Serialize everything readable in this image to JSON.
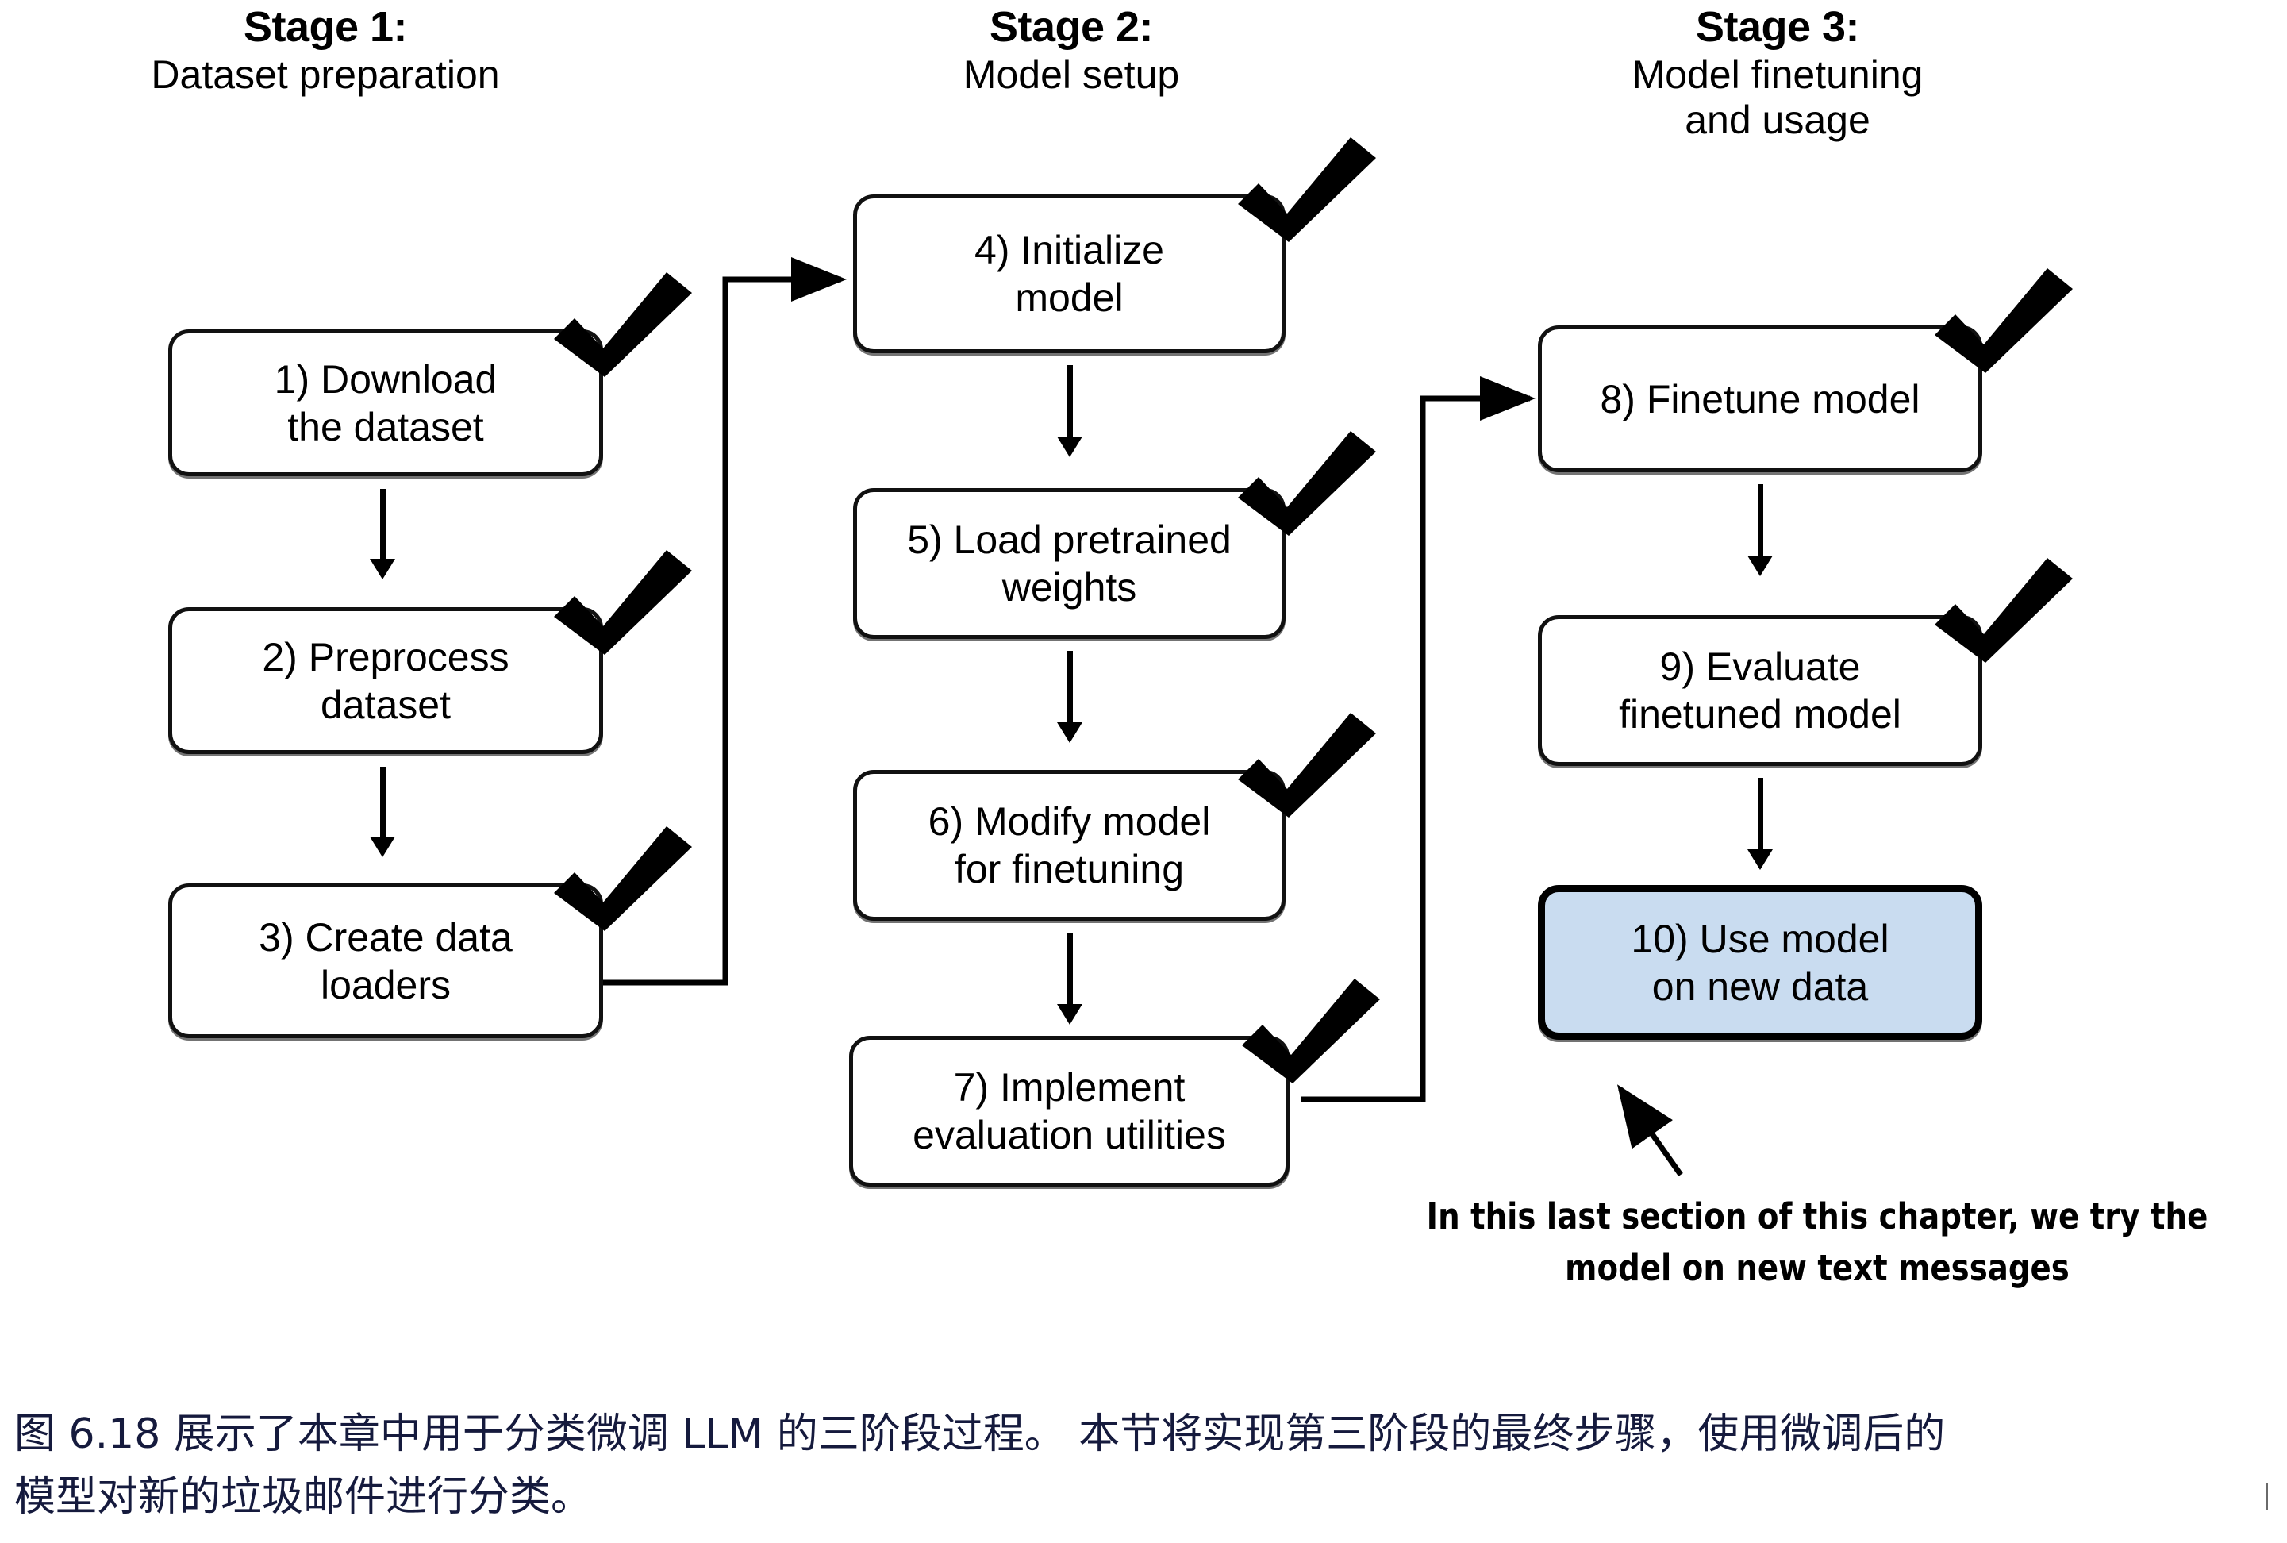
{
  "figure": {
    "stages": [
      {
        "id": "stage-1",
        "title": "Stage 1:",
        "subtitle": "Dataset preparation"
      },
      {
        "id": "stage-2",
        "title": "Stage 2:",
        "subtitle": "Model setup"
      },
      {
        "id": "stage-3",
        "title": "Stage 3:",
        "subtitle": "Model finetuning\nand usage"
      }
    ],
    "nodes": [
      {
        "id": "step-1",
        "line1": "1) Download",
        "line2": "the dataset",
        "checked": true,
        "highlight": false
      },
      {
        "id": "step-2",
        "line1": "2) Preprocess",
        "line2": "dataset",
        "checked": true,
        "highlight": false
      },
      {
        "id": "step-3",
        "line1": "3) Create data",
        "line2": "loaders",
        "checked": true,
        "highlight": false
      },
      {
        "id": "step-4",
        "line1": "4) Initialize",
        "line2": "model",
        "checked": true,
        "highlight": false
      },
      {
        "id": "step-5",
        "line1": "5) Load pretrained",
        "line2": "weights",
        "checked": true,
        "highlight": false
      },
      {
        "id": "step-6",
        "line1": "6) Modify model",
        "line2": "for finetuning",
        "checked": true,
        "highlight": false
      },
      {
        "id": "step-7",
        "line1": "7) Implement",
        "line2": "evaluation utilities",
        "checked": true,
        "highlight": false
      },
      {
        "id": "step-8",
        "line1": "8) Finetune model",
        "line2": "",
        "checked": true,
        "highlight": false
      },
      {
        "id": "step-9",
        "line1": "9) Evaluate",
        "line2": "finetuned model",
        "checked": true,
        "highlight": false
      },
      {
        "id": "step-10",
        "line1": "10) Use model",
        "line2": "on new data",
        "checked": false,
        "highlight": true
      }
    ],
    "annotation": {
      "line1": "In this last section of this chapter, we try the",
      "line2": "model on new text messages"
    },
    "colors": {
      "highlight_fill": "#c9dcf0",
      "stroke": "#111111",
      "caption_text": "#151a3d"
    }
  },
  "caption": {
    "line1": "图 6.18 展示了本章中用于分类微调 LLM 的三阶段过程。 本节将实现第三阶段的最终步骤，使用微调后的",
    "line2": "模型对新的垃圾邮件进行分类。"
  }
}
